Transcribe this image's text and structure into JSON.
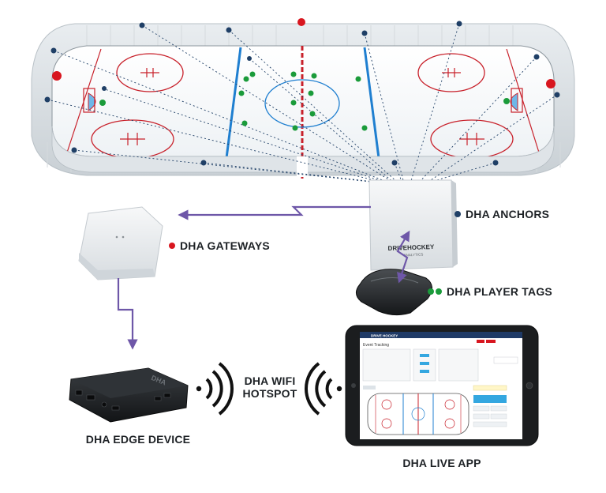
{
  "colors": {
    "anchor": "#1f3f66",
    "gateway": "#d8161f",
    "tag": "#1a9b3a",
    "arrow": "#6e57a8",
    "rink_red": "#c8202a",
    "rink_blue": "#1f7fd0"
  },
  "labels": {
    "anchors": "DHA ANCHORS",
    "gateways": "DHA GATEWAYS",
    "player_tags": "DHA PLAYER TAGS",
    "wifi_line1": "DHA WIFI",
    "wifi_line2": "HOTSPOT",
    "edge_device": "DHA EDGE DEVICE",
    "live_app": "DHA LIVE APP"
  },
  "anchor_box": {
    "brand_line1": "DRIVEHOCKEY",
    "brand_line2": "ANALYTICS"
  },
  "edge_device": {
    "logo": "DHA"
  },
  "app": {
    "brand": "DRIVE HOCKEY",
    "screen_title": "Event Tracking"
  },
  "icons": {
    "wifi_left": "wifi-signal-icon",
    "wifi_right": "wifi-signal-icon"
  }
}
